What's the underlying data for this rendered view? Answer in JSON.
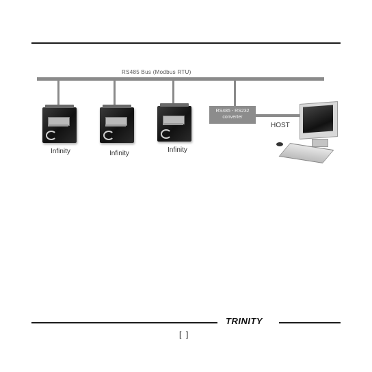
{
  "diagram": {
    "bus_label": "RS485 Bus (Modbus RTU)",
    "meters": [
      {
        "label": "Infinity"
      },
      {
        "label": "Infinity"
      },
      {
        "label": "Infinity"
      }
    ],
    "converter_label_line1": "RS485 - RS232",
    "converter_label_line2": "converter",
    "host_label": "HOST"
  },
  "footer": {
    "brand": "TRINITY",
    "page_number": "[  ]"
  },
  "colors": {
    "bus": "#8a8a8a",
    "converter": "#8c8c8c",
    "rule": "#1a1a1a"
  }
}
